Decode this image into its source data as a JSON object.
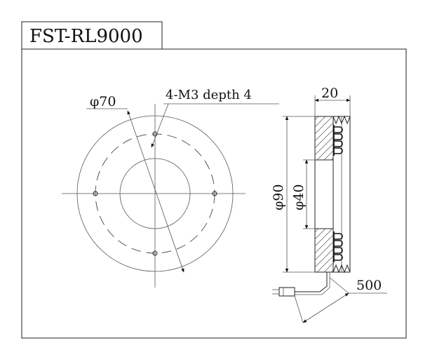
{
  "title": "FST-RL9000",
  "annotations": {
    "outer_ring_dim": "φ70",
    "hole_spec": "4-M3 depth 4",
    "thickness_dim": "20",
    "outer_diameter": "φ90",
    "inner_diameter": "φ40",
    "cable_length": "500"
  }
}
